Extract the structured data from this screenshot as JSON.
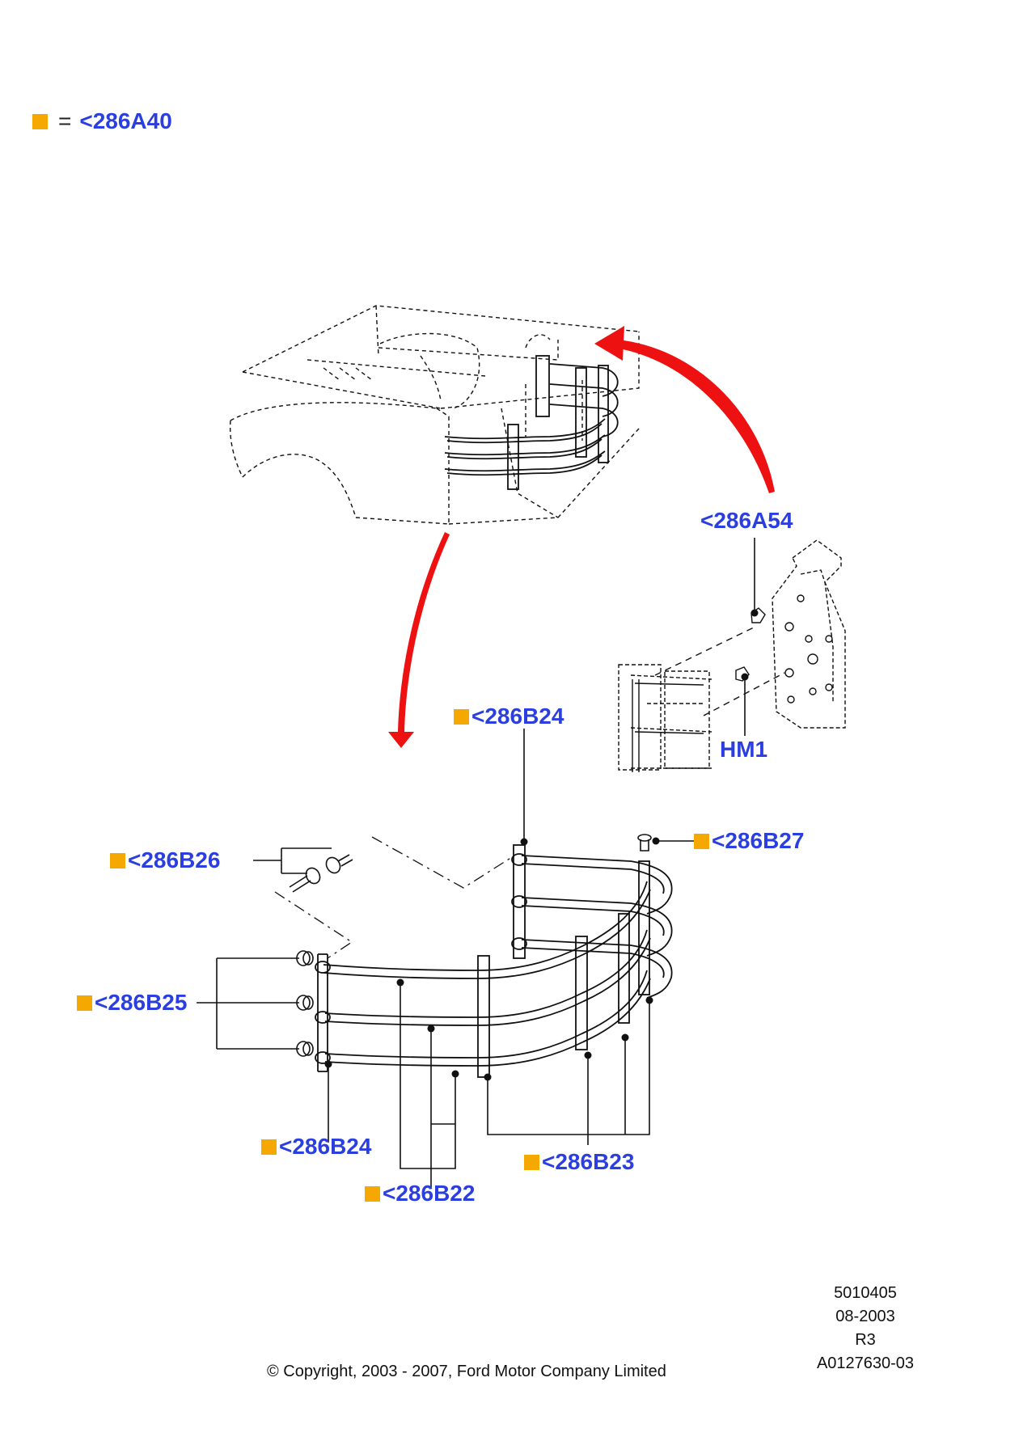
{
  "legend": {
    "marker_color": "#f5a800",
    "equals": "=",
    "link": "<286A40"
  },
  "callouts": {
    "a54": "<286A54",
    "hm1": "HM1",
    "b24_top": "<286B24",
    "b27": "<286B27",
    "b26": "<286B26",
    "b25": "<286B25",
    "b24_bottom": "<286B24",
    "b23": "<286B23",
    "b22": "<286B22"
  },
  "colors": {
    "link": "#2b3fe0",
    "marker": "#f5a800",
    "arrow": "#ee1111",
    "line": "#111111"
  },
  "meta": {
    "number": "5010405",
    "date": "08-2003",
    "revision": "R3",
    "ref": "A0127630-03"
  },
  "copyright": "© Copyright, 2003 - 2007, Ford Motor Company Limited"
}
